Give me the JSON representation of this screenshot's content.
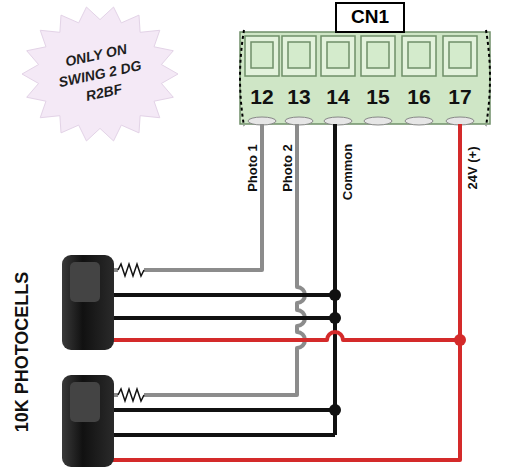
{
  "diagram": {
    "nodes": [
      {
        "text": [
          "ONLY ON SWING 2 DG R2BF"
        ]
      },
      {
        "text": [
          "CN1"
        ]
      }
    ],
    "labels": [
      "12",
      "13",
      "14",
      "15",
      "16",
      "17",
      "Photo 1",
      "Photo 2",
      "Common",
      "24V (+)",
      "10K PHOTOCELLS"
    ]
  }
}
